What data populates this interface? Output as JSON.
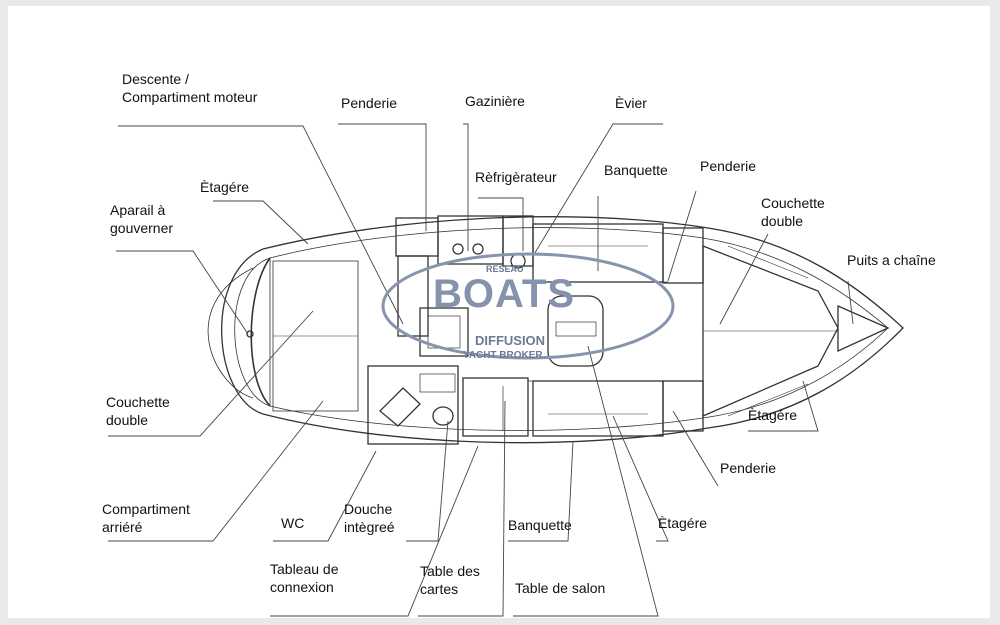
{
  "labels": {
    "descente": [
      "Descente /",
      "Compartiment moteur"
    ],
    "penderie_top": "Penderie",
    "gaziniere": "Gazinière",
    "evier": "Èvier",
    "etagere_top": "Ètagére",
    "refrigerateur": "Rèfrigèrateur",
    "banquette_top": "Banquette",
    "penderie_top_right": "Penderie",
    "aparail": [
      "Aparail à",
      "gouverner"
    ],
    "couchette_right": [
      "Couchette",
      "double"
    ],
    "puits": "Puits a chaîne",
    "couchette_left": [
      "Couchette",
      "double"
    ],
    "etagere_right": "Ètagére",
    "penderie_bottom": "Penderie",
    "compartiment": [
      "Compartiment",
      "arriéré"
    ],
    "wc": "WC",
    "douche": [
      "Douche",
      "intègreé"
    ],
    "banquette_bottom": "Banquette",
    "etagere_bottom": "Ètagére",
    "tableau": [
      "Tableau de",
      "connexion"
    ],
    "table_cartes": [
      "Table des",
      "cartes"
    ],
    "table_salon": "Table de salon"
  },
  "watermark": {
    "line1": "RESEAU",
    "line2": "BOATS",
    "line3": "DIFFUSION",
    "line4": "YACHT BROKER"
  }
}
